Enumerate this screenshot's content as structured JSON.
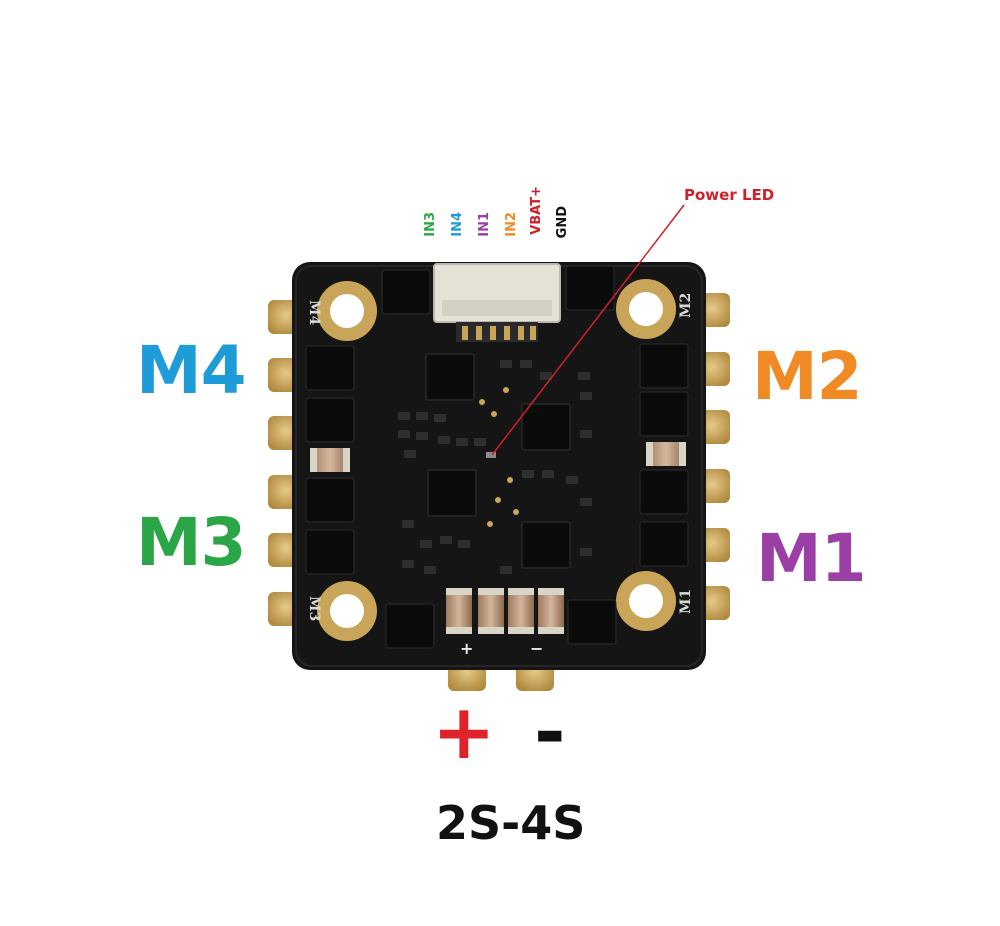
{
  "motor_labels": {
    "m4": {
      "text": "M4",
      "color": "#1e9cd7"
    },
    "m3": {
      "text": "M3",
      "color": "#2aa646"
    },
    "m2": {
      "text": "M2",
      "color": "#f08a24"
    },
    "m1": {
      "text": "M1",
      "color": "#9b3fa6"
    }
  },
  "connector_pins": [
    {
      "text": "IN3",
      "color": "#2aa646"
    },
    {
      "text": "IN4",
      "color": "#1e9cd7"
    },
    {
      "text": "IN1",
      "color": "#9b3fa6"
    },
    {
      "text": "IN2",
      "color": "#f08a24"
    },
    {
      "text": "VBAT+",
      "color": "#d0202a"
    },
    {
      "text": "GND",
      "color": "#111111"
    }
  ],
  "board_silkscreen": {
    "m4": "M4",
    "m3": "M3",
    "m2": "M2",
    "m1": "M1"
  },
  "power_led": {
    "text": "Power LED",
    "color": "#d0202a"
  },
  "power_terminals": {
    "plus": {
      "text": "+",
      "color": "#e0232b"
    },
    "minus": {
      "text": "-",
      "color": "#111111"
    }
  },
  "voltage": {
    "text": "2S-4S"
  },
  "colors": {
    "board": "#151515",
    "pad_gold": "#c9a55a",
    "chip": "#0b0b0b",
    "connector": "#e6e2d8"
  }
}
